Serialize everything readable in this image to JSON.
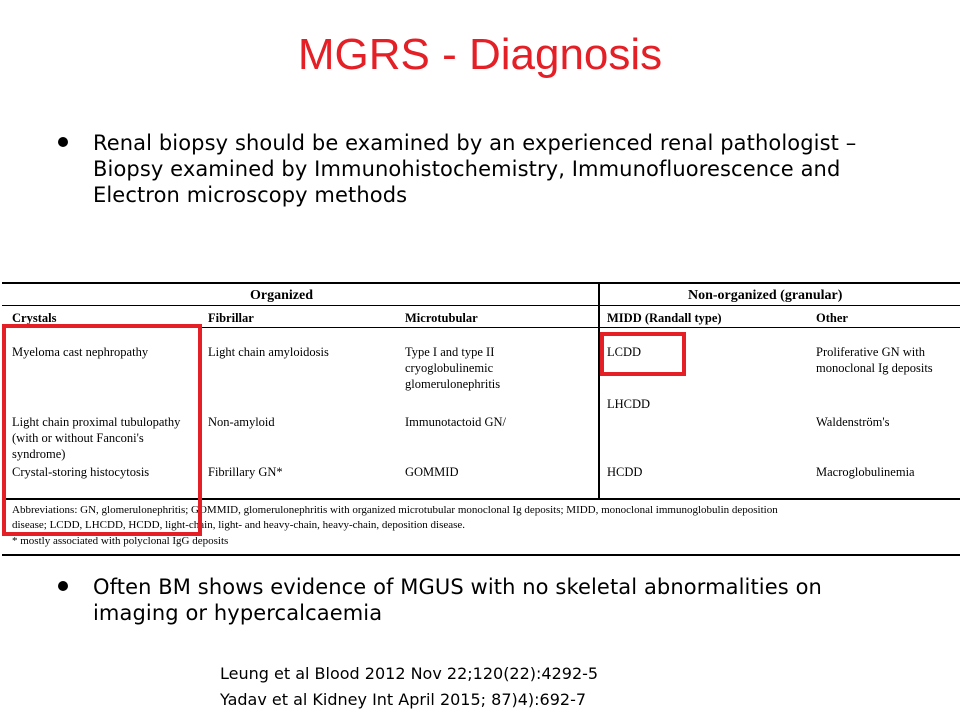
{
  "slide": {
    "title": "MGRS - Diagnosis",
    "bullets": [
      "Renal biopsy should be examined by an experienced renal pathologist – Biopsy examined by Immunohistochemistry, Immunofluorescence and Electron microscopy methods",
      "Often BM shows evidence of MGUS with no skeletal abnormalities on imaging or hypercalcaemia"
    ],
    "references": [
      "Leung et al Blood 2012 Nov 22;120(22):4292-5",
      "Yadav et al Kidney Int April 2015; 87)4):692-7"
    ]
  },
  "table": {
    "group_headers": {
      "organized": "Organized",
      "non_organized": "Non-organized (granular)"
    },
    "columns": [
      "Crystals",
      "Fibrillar",
      "Microtubular",
      "MIDD (Randall type)",
      "Other"
    ],
    "cells": {
      "crystals": [
        "Myeloma cast nephropathy",
        "Light chain proximal tubulopathy (with or without Fanconi's syndrome)",
        "Crystal-storing histocytosis"
      ],
      "fibrillar": [
        "Light chain amyloidosis",
        "Non-amyloid",
        "Fibrillary GN*"
      ],
      "microtubular": [
        "Type I and type II cryoglobulinemic glomerulonephritis",
        "Immunotactoid GN/",
        "GOMMID"
      ],
      "midd": [
        "LCDD",
        "LHCDD",
        "HCDD"
      ],
      "other": [
        "Proliferative GN with monoclonal Ig deposits",
        "Waldenström's",
        "Macroglobulinemia"
      ]
    },
    "footnote": {
      "abbreviations": "Abbreviations: GN, glomerulonephritis; GOMMID, glomerulonephritis with organized microtubular monoclonal Ig deposits; MIDD, monoclonal immunoglobulin deposition disease; LCDD, LHCDD, HCDD, light-chain, light- and heavy-chain, heavy-chain, deposition disease.",
      "asterisk": "* mostly associated with polyclonal IgG deposits"
    }
  },
  "colors": {
    "title": "#e41f26",
    "highlight_box": "#e41f26",
    "text": "#000000"
  }
}
